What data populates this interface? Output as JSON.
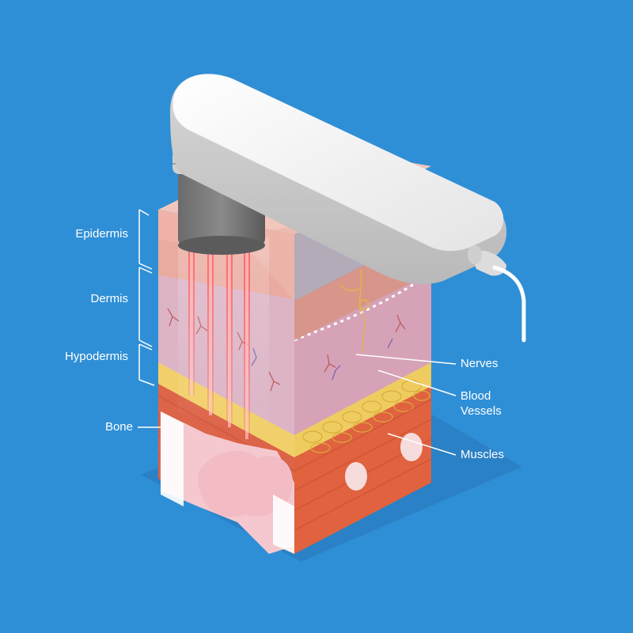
{
  "diagram": {
    "left_labels": {
      "epidermis": "Epidermis",
      "dermis": "Dermis",
      "hypodermis": "Hypodermis",
      "bone": "Bone"
    },
    "right_labels": {
      "nerves": "Nerves",
      "blood_vessels_line1": "Blood",
      "blood_vessels_line2": "Vessels",
      "muscles": "Muscles"
    }
  },
  "colors": {
    "background": "#2f8fd6",
    "muscle": "#e36a4d",
    "fat": "#f1d06b",
    "dermis": "#d9a7b8",
    "epidermis": "#e9a9a3",
    "bone": "#f4c9cf",
    "device": "#e6e6e6",
    "laser": "#ff6a6a"
  }
}
